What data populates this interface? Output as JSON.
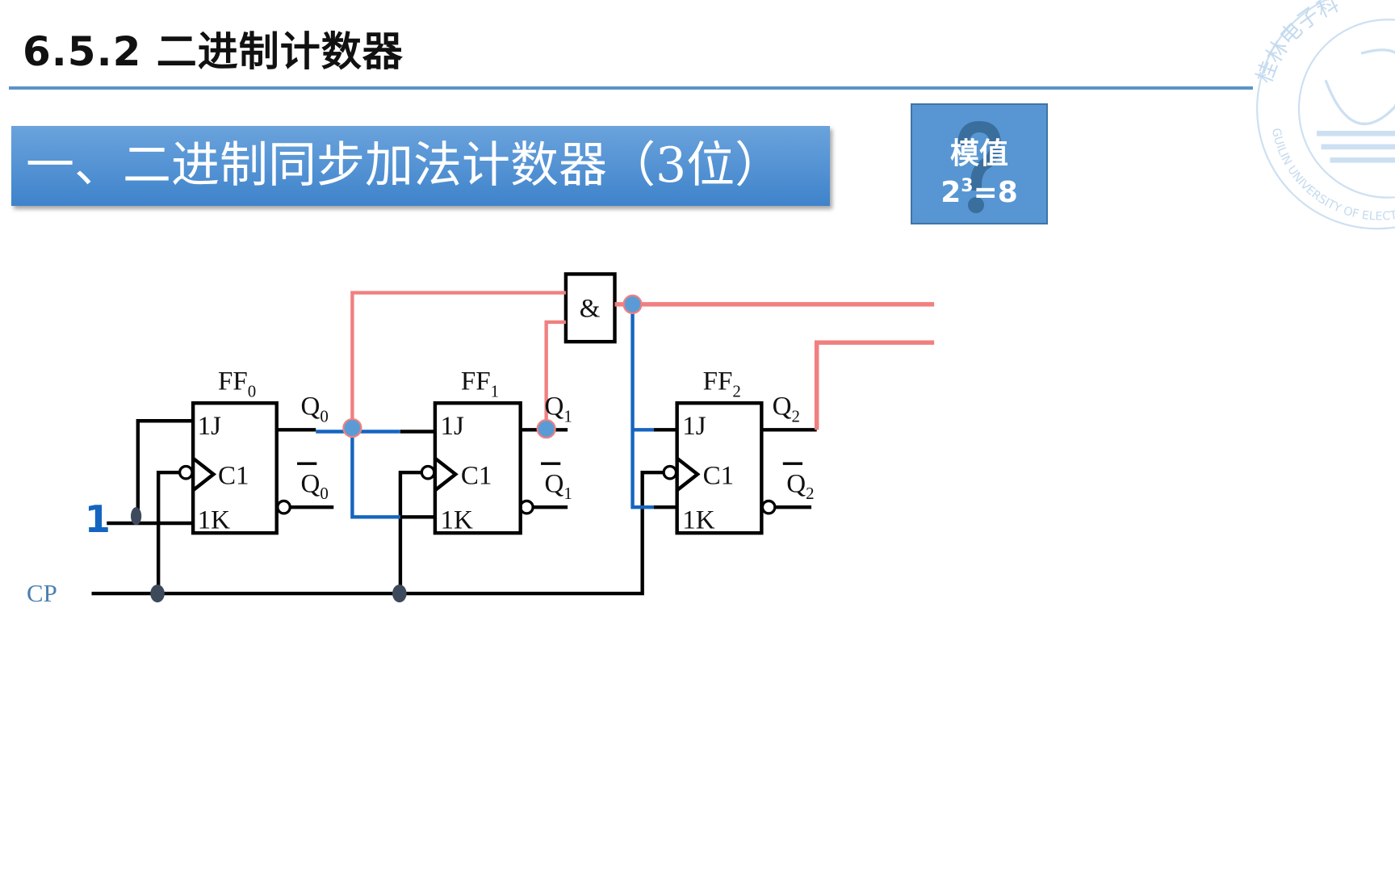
{
  "header": {
    "title": "6.5.2 二进制计数器"
  },
  "banner": {
    "text": "一、二进制同步加法计数器（3位）"
  },
  "mod_box": {
    "line1": "模值",
    "base": "2",
    "exp": "3",
    "rest": "=8",
    "icon": "question-mark-icon"
  },
  "seal": {
    "cn": "桂林电子科",
    "en": "GUILIN UNIVERSITY OF ELECTR"
  },
  "circuit": {
    "ff": [
      {
        "name": "FF",
        "sub": "0",
        "j": "1J",
        "c": "C1",
        "k": "1K",
        "q": "Q",
        "qsub": "0"
      },
      {
        "name": "FF",
        "sub": "1",
        "j": "1J",
        "c": "C1",
        "k": "1K",
        "q": "Q",
        "qsub": "1"
      },
      {
        "name": "FF",
        "sub": "2",
        "j": "1J",
        "c": "C1",
        "k": "1K",
        "q": "Q",
        "qsub": "2"
      }
    ],
    "and_gate": "&",
    "input_one": "1",
    "clock": "CP",
    "colors": {
      "highlight": "#f08080",
      "net": "#1565c0",
      "node": "#5b9bd5",
      "wire": "#000000"
    }
  }
}
